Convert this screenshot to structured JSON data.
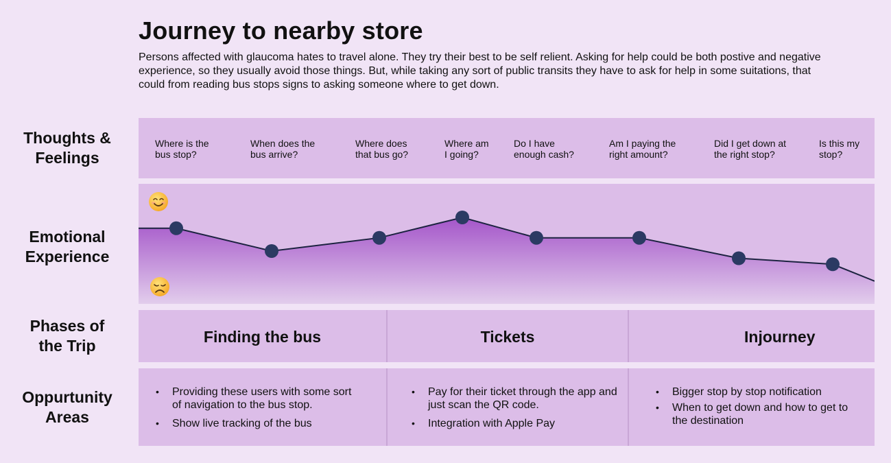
{
  "header": {
    "title": "Journey to nearby store",
    "description": "Persons affected with glaucoma hates to travel alone. They try their best to be self relient. Asking for help could be both postive and negative experience, so they usually avoid those things. But, while taking any sort of public transits they have to ask for help in some suitations, that could from reading bus stops signs to asking someone where to get down."
  },
  "rows": {
    "thoughts": "Thoughts &\nFeelings",
    "emotion": "Emotional\nExperience",
    "phases": "Phases of\nthe Trip",
    "opportunity": "Oppurtunity\nAreas"
  },
  "thoughts": [
    "Where is the\nbus stop?",
    "When does the\nbus arrive?",
    "Where does\nthat bus go?",
    "Where am\nI going?",
    "Do I have\nenough cash?",
    "Am I paying the\nright amount?",
    "Did I get down at\nthe right stop?",
    "Is this my\nstop?"
  ],
  "emotion": {
    "happy_icon": "smiling-face-icon",
    "sad_icon": "disappointed-face-icon",
    "line_color": "#1c2340",
    "point_color": "#2b3a63",
    "fill_top": "#a455c9",
    "fill_bottom": "#e2cdec",
    "levels": [
      0.63,
      0.44,
      0.55,
      0.72,
      0.55,
      0.55,
      0.38,
      0.33
    ]
  },
  "phases": [
    "Finding the bus",
    "Tickets",
    "Injourney"
  ],
  "opportunities": [
    [
      "Providing these users with some sort of navigation to the bus stop.",
      "Show live tracking of the bus"
    ],
    [
      "Pay for their ticket through the app and just scan the QR code.",
      "Integration with Apple Pay"
    ],
    [
      "Bigger stop by stop notification",
      "When to get down and how to get to the destination"
    ]
  ],
  "colors": {
    "background": "#f1e4f6",
    "panel": "#dcbde8",
    "divider": "#c9a6d6"
  }
}
